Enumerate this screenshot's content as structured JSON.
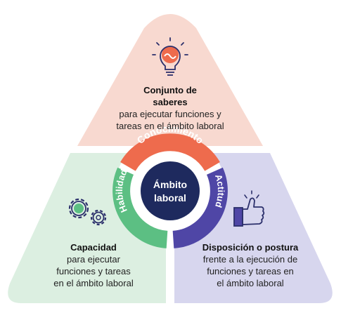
{
  "center": {
    "line1": "Ámbito",
    "line2": "laboral"
  },
  "ring": {
    "top_label": "Conocimiento",
    "left_label": "Habilidad",
    "right_label": "Actitud"
  },
  "sections": {
    "top": {
      "title_line1": "Conjunto de",
      "title_line2": "saberes",
      "desc_line1": "para ejecutar funciones y",
      "desc_line2": "tareas en el ámbito laboral"
    },
    "left": {
      "title": "Capacidad",
      "desc_line1": "para ejecutar",
      "desc_line2": "funciones y tareas",
      "desc_line3": "en el ámbito laboral"
    },
    "right": {
      "title": "Disposición o postura",
      "desc_line1": "frente a la ejecución de",
      "desc_line2": "funciones y tareas en",
      "desc_line3": "el ámbito laboral"
    }
  },
  "icons": {
    "top": "lightbulb-icon",
    "left": "gears-icon",
    "right": "thumbs-up-icon"
  },
  "colors": {
    "top_fill": "#f8d9d0",
    "left_fill": "#dcefe1",
    "right_fill": "#d7d6ee",
    "ring_top": "#ee6b4d",
    "ring_left": "#5cbf83",
    "ring_right": "#4f46a6",
    "center": "#1e2a5e"
  }
}
